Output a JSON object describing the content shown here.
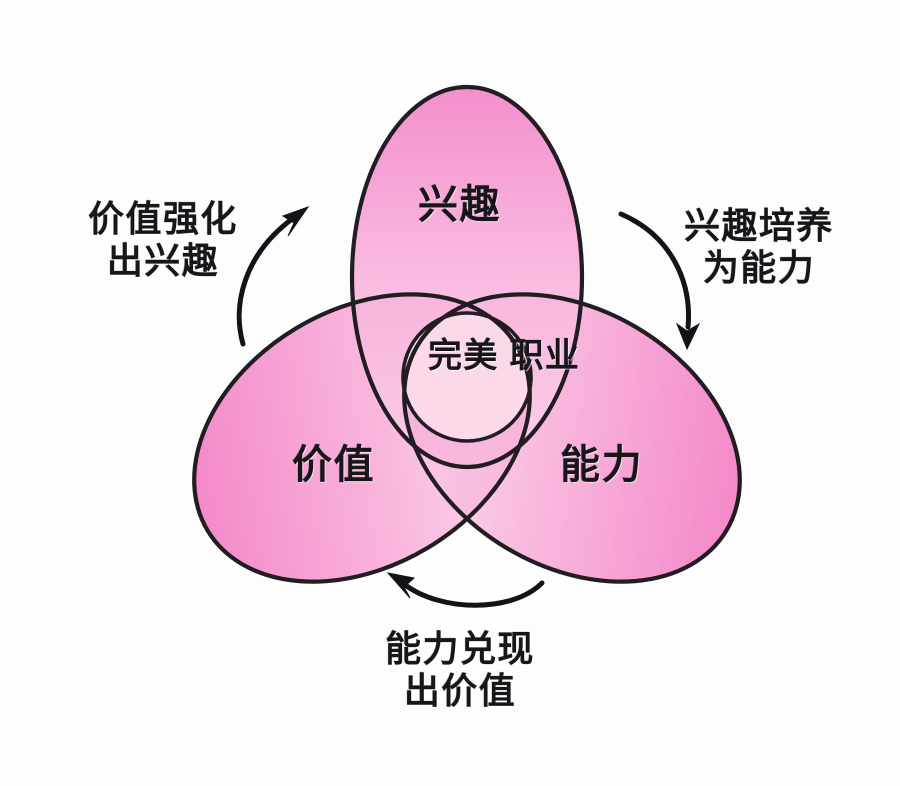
{
  "diagram": {
    "type": "venn",
    "title": "",
    "background_color": "#fdfdfd",
    "stroke_color": "#221d22",
    "sets": [
      {
        "id": "interest",
        "label": "兴趣",
        "position": "top",
        "fill_start": "#f58ccc",
        "fill_end": "#fbe0ee"
      },
      {
        "id": "value",
        "label": "价值",
        "position": "bottom-left",
        "fill_start": "#f48ecb",
        "fill_end": "#fbdded"
      },
      {
        "id": "ability",
        "label": "能力",
        "position": "bottom-right",
        "fill_start": "#fbdded",
        "fill_end": "#f48ecb"
      }
    ],
    "intersection": {
      "id": "perfect-career",
      "label_line1": "完美",
      "label_line2": "职业",
      "fill": "#fbdcec"
    },
    "annotations": [
      {
        "id": "value-to-interest",
        "line1": "价值强化",
        "line2": "出兴趣",
        "arrow": "curved-up-right",
        "side": "left"
      },
      {
        "id": "interest-to-ability",
        "line1": "兴趣培养",
        "line2": "为能力",
        "arrow": "curved-down",
        "side": "right"
      },
      {
        "id": "ability-to-value",
        "line1": "能力兑现",
        "line2": "出价值",
        "arrow": "curved-left",
        "side": "bottom"
      }
    ]
  }
}
